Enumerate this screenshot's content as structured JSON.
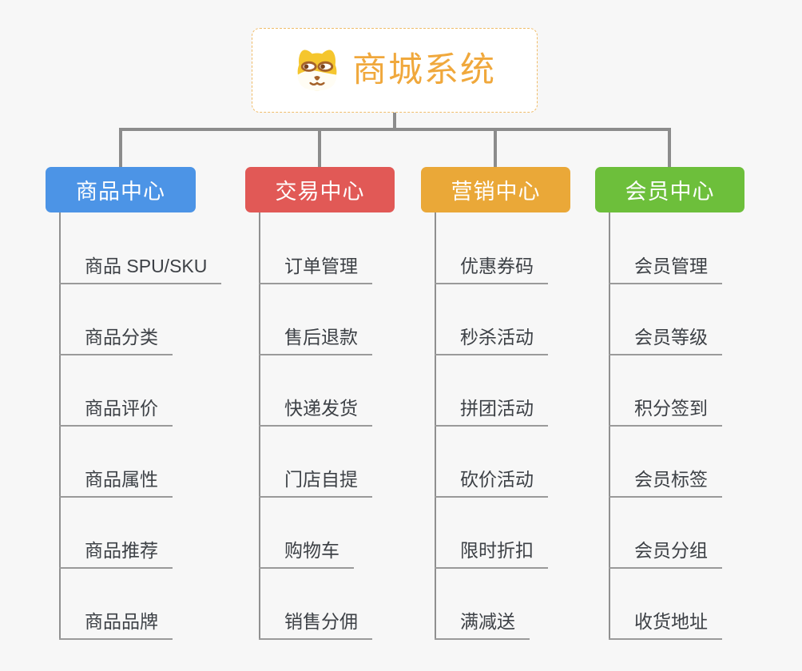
{
  "colors": {
    "background": "#f7f7f7",
    "line": "#8c8c8c",
    "line_thin": "#909090",
    "underline": "#9a9a9a",
    "item_text": "#3d4146",
    "root_title": "#f0a83c",
    "root_border": "#f0bc69"
  },
  "root": {
    "title": "商城系统",
    "icon": "doge-icon"
  },
  "branches": [
    {
      "label": "商品中心",
      "color": "#4c94e6",
      "items": [
        "商品 SPU/SKU",
        "商品分类",
        "商品评价",
        "商品属性",
        "商品推荐",
        "商品品牌"
      ]
    },
    {
      "label": "交易中心",
      "color": "#e15956",
      "items": [
        "订单管理",
        "售后退款",
        "快递发货",
        "门店自提",
        "购物车",
        "销售分佣"
      ]
    },
    {
      "label": "营销中心",
      "color": "#eaa838",
      "items": [
        "优惠券码",
        "秒杀活动",
        "拼团活动",
        "砍价活动",
        "限时折扣",
        "满减送"
      ]
    },
    {
      "label": "会员中心",
      "color": "#6dbf3b",
      "items": [
        "会员管理",
        "会员等级",
        "积分签到",
        "会员标签",
        "会员分组",
        "收货地址"
      ]
    }
  ]
}
